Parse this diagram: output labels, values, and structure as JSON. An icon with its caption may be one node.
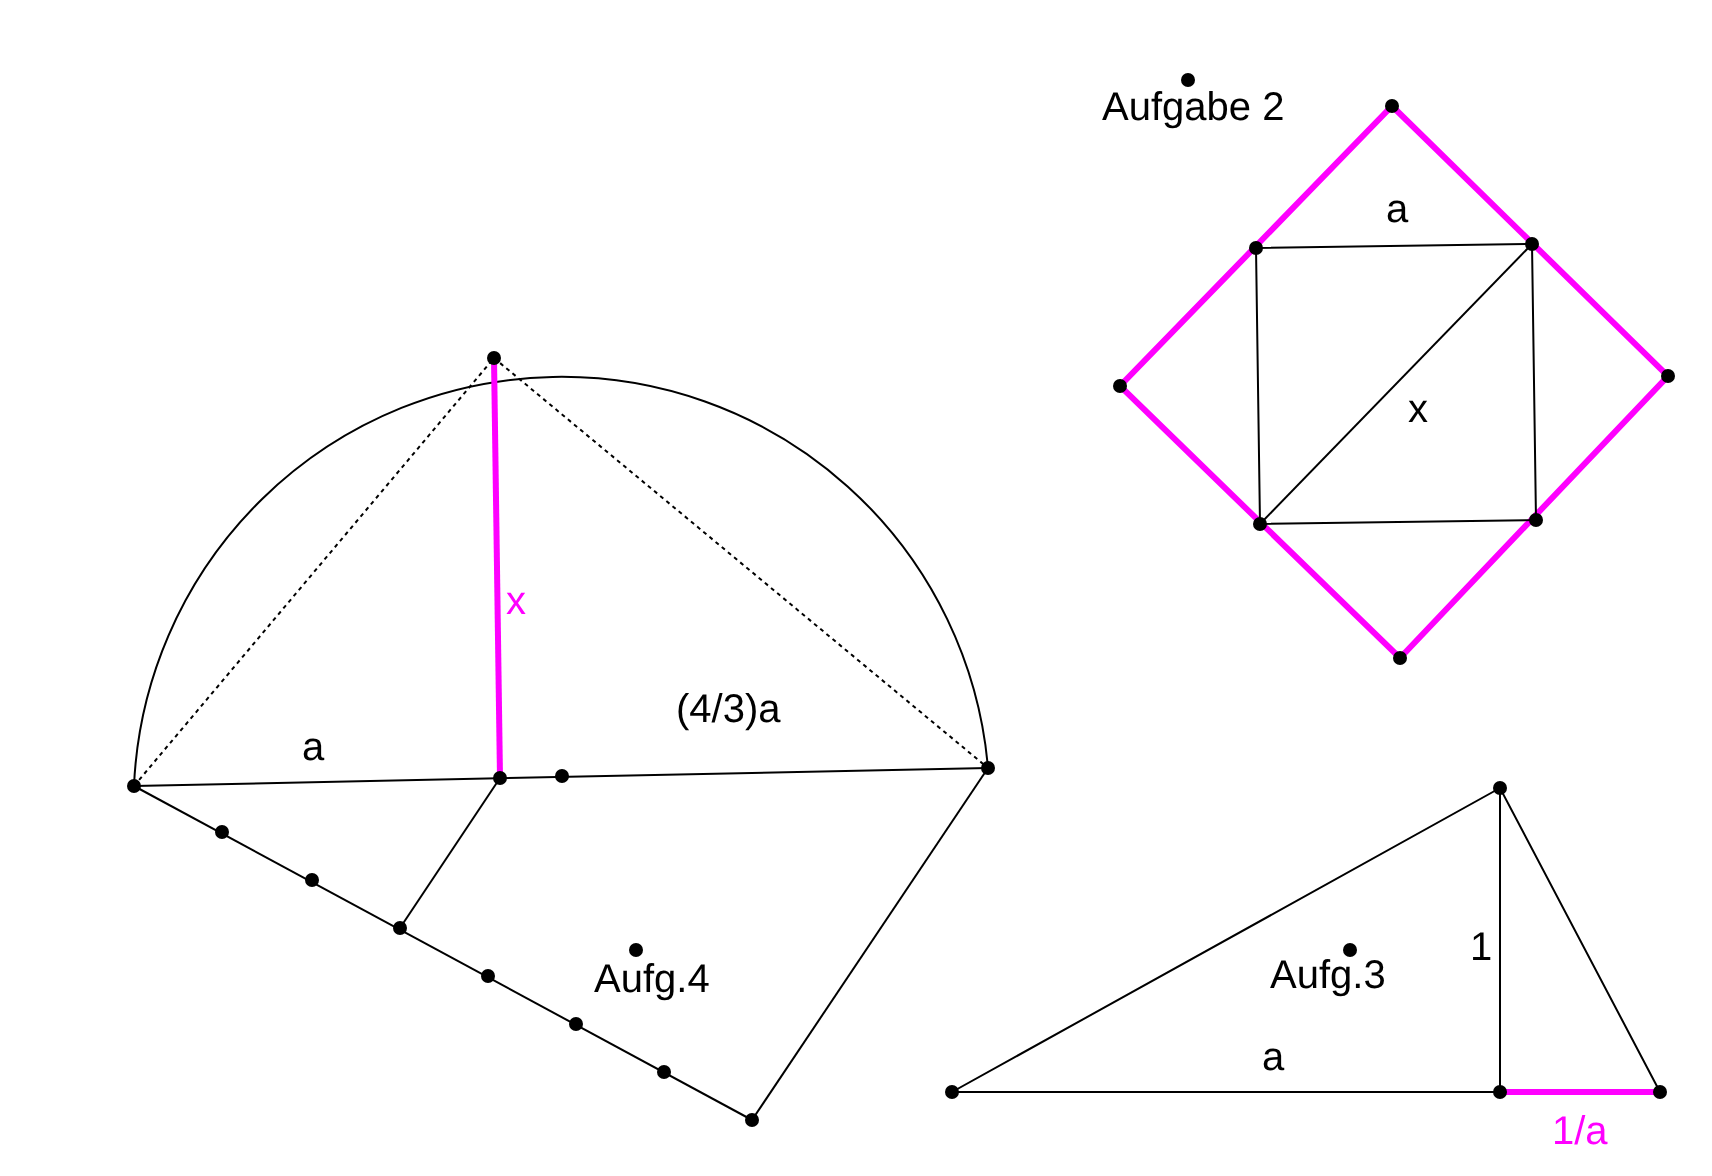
{
  "diagram": {
    "labels": [
      "Aufgabe 2",
      "a",
      "x",
      "x",
      "(4/3)a",
      "a",
      "Aufg.4",
      "Aufg.3",
      "1",
      "a",
      "1/a"
    ]
  }
}
